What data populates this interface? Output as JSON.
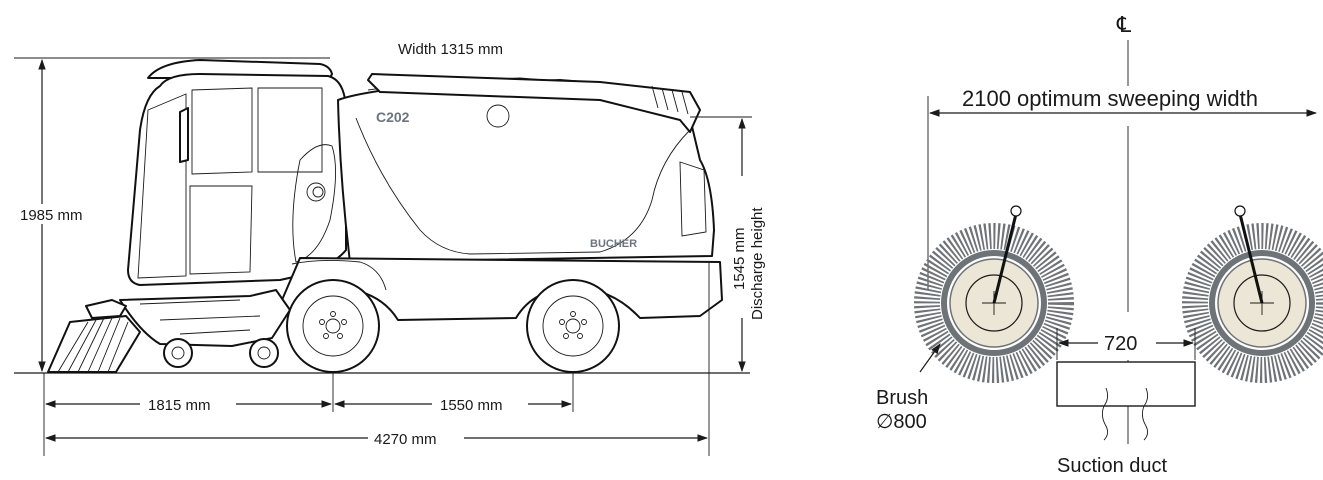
{
  "labels": {
    "width": "Width 1315 mm",
    "height_total": "1985 mm",
    "discharge_value": "1545 mm",
    "discharge_label": "Discharge height",
    "front_to_axle": "1815 mm",
    "wheelbase": "1550 mm",
    "overall_length": "4270 mm",
    "model_badge": "C202",
    "brand_badge": "BUCHER",
    "centerline_symbol": "℄",
    "sweeping_width": "2100 optimum sweeping width",
    "duct_width": "720",
    "brush_label_line1": "Brush",
    "brush_label_line2": "∅800",
    "suction_duct": "Suction duct"
  },
  "colors": {
    "line": "#1a1a1a",
    "brush_bristle": "#6e7378",
    "brush_core": "#ece6d6",
    "model_text": "#6b7580"
  }
}
